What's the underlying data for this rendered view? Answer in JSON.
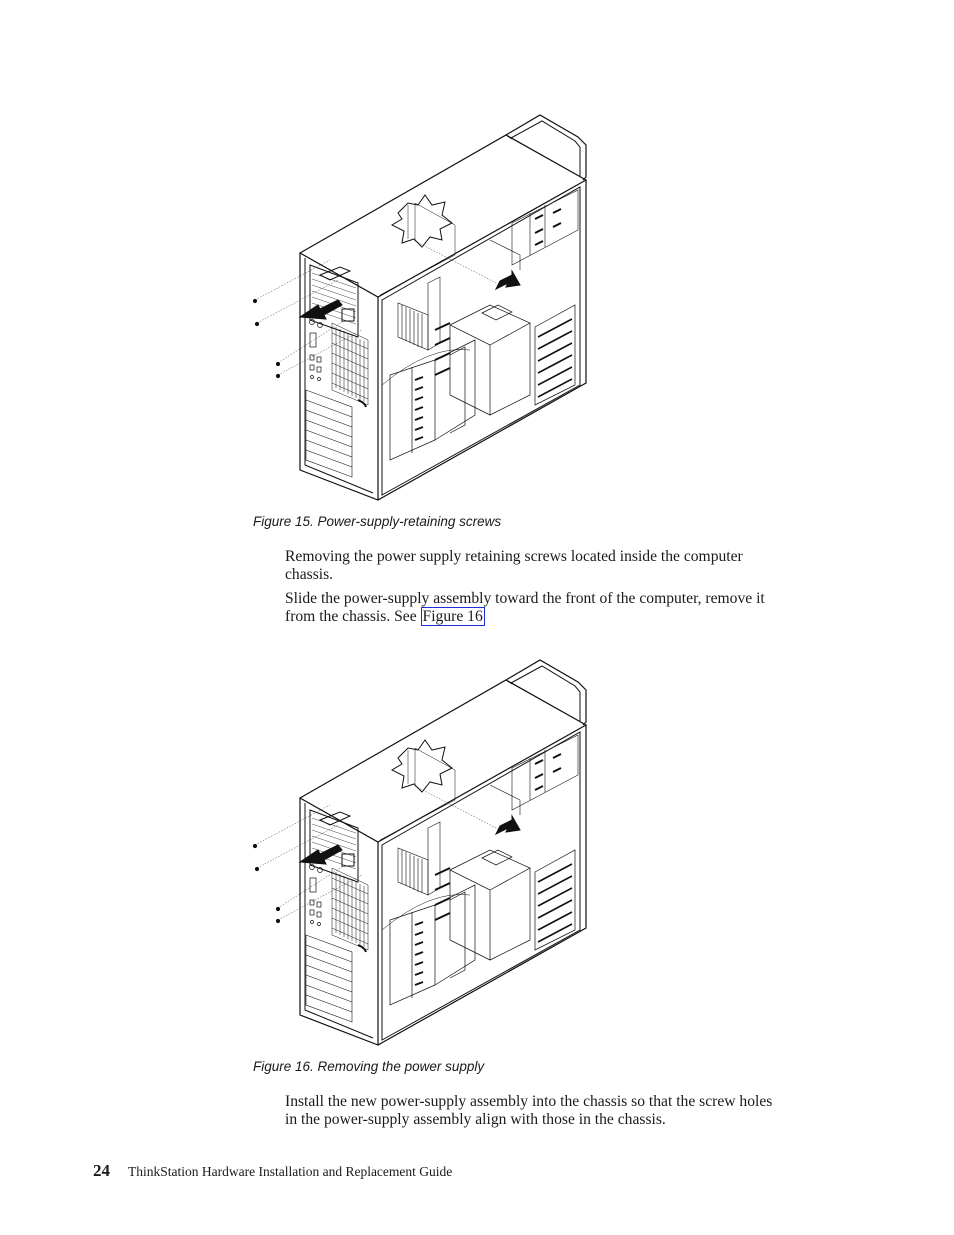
{
  "figures": [
    {
      "caption": "Figure 15. Power-supply-retaining screws",
      "illustration": "computer-tower-power-supply-screws"
    },
    {
      "caption": "Figure 16. Removing the power supply",
      "illustration": "computer-tower-power-supply-removal"
    }
  ],
  "paragraphs": {
    "p1": {
      "line1": "Removing the power supply retaining screws located inside the computer",
      "line2": "chassis."
    },
    "p2": {
      "line1": "Slide the power-supply assembly toward the front of the computer, remove it",
      "line2_prefix": "from the chassis. See ",
      "link_text": "Figure 16"
    },
    "p3": {
      "line1": "Install the new power-supply assembly into the chassis so that the screw holes",
      "line2": "in the power-supply assembly align with those in the chassis."
    }
  },
  "footer": {
    "page_number": "24",
    "title": "ThinkStation Hardware Installation and Replacement Guide"
  },
  "colors": {
    "link_border": "#1f2bd6",
    "text": "#1a1a1a"
  }
}
